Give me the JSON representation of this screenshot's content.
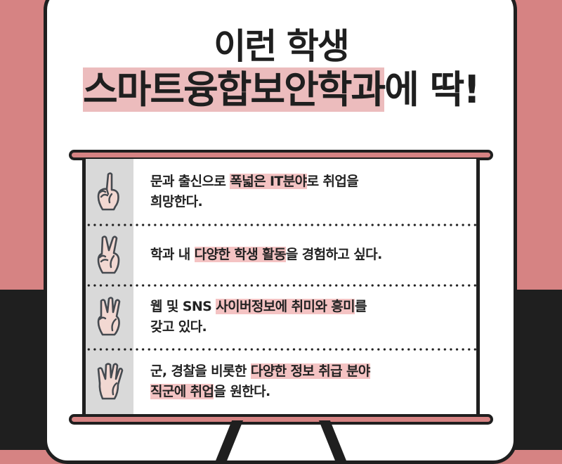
{
  "colors": {
    "background_pink": "#d68383",
    "background_dark": "#1f1f1f",
    "card": "#ffffff",
    "title_highlight": "#ecbcbd",
    "text_highlight": "#f4c3c3",
    "icon_column": "#d9d9d9"
  },
  "title": {
    "line1": "이런 학생",
    "line2_highlight": "스마트융합보안학과",
    "line2_rest": "에 딱!"
  },
  "items": [
    {
      "icon": "hand-one-finger-icon",
      "segments": [
        {
          "text": "문과 출신으로 ",
          "highlight": false
        },
        {
          "text": "폭넓은 IT분야",
          "highlight": true
        },
        {
          "text": "로 취업을",
          "highlight": false
        }
      ],
      "line2": [
        {
          "text": "희망한다.",
          "highlight": false
        }
      ]
    },
    {
      "icon": "hand-two-fingers-icon",
      "segments": [
        {
          "text": "학과 내 ",
          "highlight": false
        },
        {
          "text": "다양한 학생 활동",
          "highlight": true
        },
        {
          "text": "을 경험하고 싶다.",
          "highlight": false
        }
      ],
      "line2": []
    },
    {
      "icon": "hand-three-fingers-icon",
      "segments": [
        {
          "text": "웹 및 SNS ",
          "highlight": false
        },
        {
          "text": "사이버정보에 취미와 흥미",
          "highlight": true
        },
        {
          "text": "를",
          "highlight": false
        }
      ],
      "line2": [
        {
          "text": "갖고 있다.",
          "highlight": false
        }
      ]
    },
    {
      "icon": "hand-four-fingers-icon",
      "segments": [
        {
          "text": "군, 경찰을 비롯한 ",
          "highlight": false
        },
        {
          "text": "다양한 정보 취급 분야",
          "highlight": true
        }
      ],
      "line2": [
        {
          "text": "직군에 취업",
          "highlight": true
        },
        {
          "text": "을 원한다.",
          "highlight": false
        }
      ]
    }
  ]
}
